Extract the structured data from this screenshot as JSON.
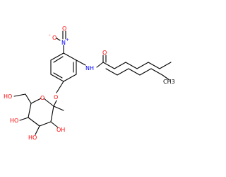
{
  "molecule": {
    "atom_labels": {
      "nitro_n": "N",
      "nitro_o_left": "O",
      "nitro_o_top": "O",
      "amide_nh": "NH",
      "amide_o": "O",
      "alkyl_terminus": "CH3",
      "ether_o": "O",
      "ring_o": "O",
      "ch2oh": "HO",
      "oh_c4": "HO",
      "oh_c3": "HO",
      "oh_c2": "OH"
    },
    "charges": {
      "nitro_n": "+",
      "nitro_o_left": "-"
    },
    "colors": {
      "bond": "#000000",
      "nitrogen": "#0000ff",
      "oxygen": "#ff0000",
      "carbon_label": "#000000"
    }
  }
}
